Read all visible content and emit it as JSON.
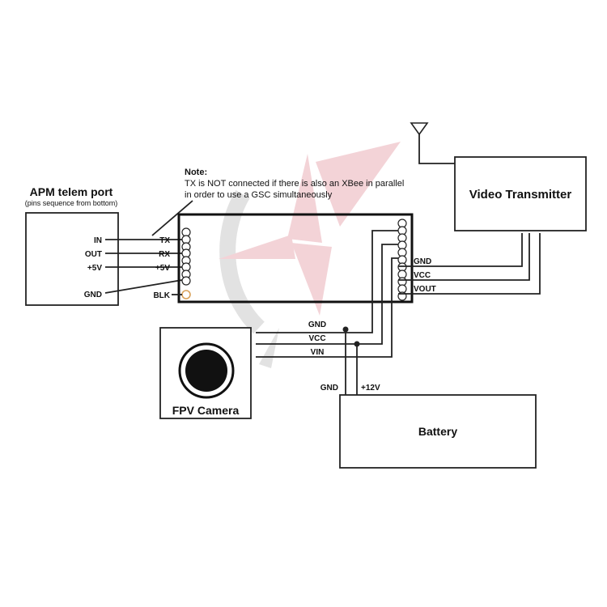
{
  "apm": {
    "title": "APM telem port",
    "subtitle": "(pins sequence from bottom)",
    "pins": [
      "IN",
      "OUT",
      "+5V",
      "GND"
    ]
  },
  "note": {
    "heading": "Note:",
    "line1": "TX is NOT connected if there is also an XBee in parallel",
    "line2": "in order to use a GSC simultaneously"
  },
  "osd": {
    "left_pins": [
      "TX",
      "RX",
      "+5V",
      "BLK"
    ],
    "right_pins": [
      "GND",
      "VCC",
      "VOUT"
    ]
  },
  "video_tx": {
    "title": "Video Transmitter"
  },
  "camera": {
    "title": "FPV Camera",
    "wires": [
      "GND",
      "VCC",
      "VIN"
    ]
  },
  "battery": {
    "title": "Battery",
    "gnd_label": "GND",
    "v_label": "+12V"
  },
  "colors": {
    "line": "#222222",
    "watermark_red": "#e8a0a8",
    "watermark_gray": "#cccccc",
    "blk_pin": "#d9a35b"
  }
}
